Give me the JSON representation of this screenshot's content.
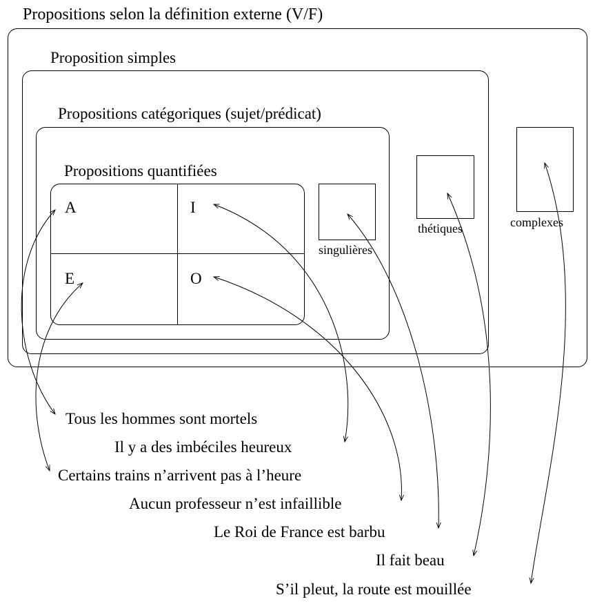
{
  "titles": {
    "externe": "Propositions selon la définition externe (V/F)",
    "simples": "Proposition simples",
    "categoriques": "Propositions catégoriques (sujet/prédicat)",
    "quantifiees": "Propositions quantifiées"
  },
  "quadrants": {
    "a": "A",
    "i": "I",
    "e": "E",
    "o": "O"
  },
  "small_boxes": {
    "singulieres": "singulières",
    "thetiques": "thétiques",
    "complexes": "complexes"
  },
  "examples": [
    "Tous les hommes sont mortels",
    "Il y a des imbéciles heureux",
    "Certains trains n’arrivent pas à l’heure",
    "Aucun professeur n’est infaillible",
    "Le Roi de France est barbu",
    "Il fait beau",
    "S’il pleut, la route est mouillée"
  ]
}
